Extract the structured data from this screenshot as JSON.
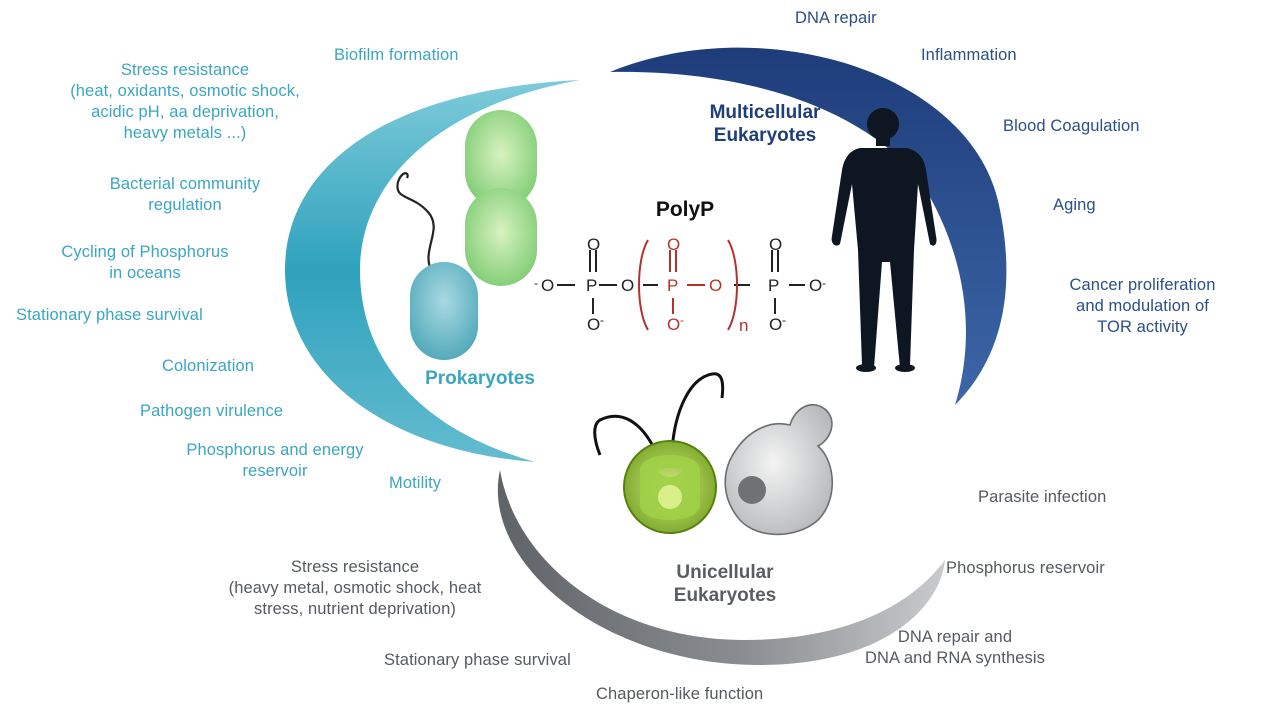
{
  "center_title": "PolyP",
  "groups": {
    "prokaryotes": {
      "title": "Prokaryotes",
      "color": "#3aa6c0"
    },
    "multicellular": {
      "title": "Multicellular\nEukaryotes",
      "color": "#1f3f7a"
    },
    "unicellular": {
      "title": "Unicellular\nEukaryotes",
      "color": "#5a5e63"
    }
  },
  "prokaryote_functions": [
    "Biofilm formation",
    "Stress resistance\n(heat, oxidants, osmotic shock,\nacidic pH, aa deprivation,\nheavy metals ...)",
    "Bacterial community\nregulation",
    "Cycling of Phosphorus\nin oceans",
    "Stationary phase survival",
    "Colonization",
    "Pathogen virulence",
    "Phosphorus and energy\nreservoir",
    "Motility"
  ],
  "multicellular_functions": [
    "DNA repair",
    "Inflammation",
    "Blood Coagulation",
    "Aging",
    "Cancer proliferation\nand modulation of\nTOR activity"
  ],
  "unicellular_functions": [
    "Parasite infection",
    "Phosphorus reservoir",
    "DNA repair and\nDNA and RNA synthesis",
    "Chaperon-like function",
    "Stationary phase survival",
    "Stress resistance\n(heavy metal, osmotic shock, heat\nstress, nutrient deprivation)"
  ],
  "formula": {
    "oxygen": "O",
    "phosphorus": "P",
    "charge": "-",
    "repeat": "n"
  }
}
